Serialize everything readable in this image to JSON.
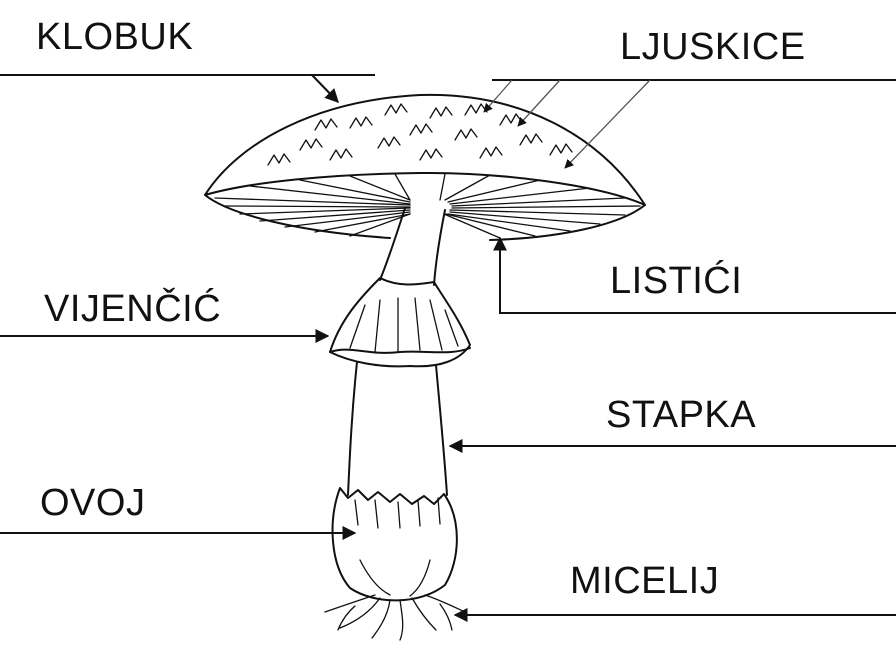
{
  "diagram": {
    "labels": {
      "klobuk": "KLOBUK",
      "ljuskice": "LJUSKICE",
      "listici": "LISTIĆI",
      "vijencic": "VIJENČIĆ",
      "stapka": "STAPKA",
      "ovoj": "OVOJ",
      "micelij": "MICELIJ"
    },
    "colors": {
      "ink": "#111111",
      "background": "#ffffff"
    }
  }
}
